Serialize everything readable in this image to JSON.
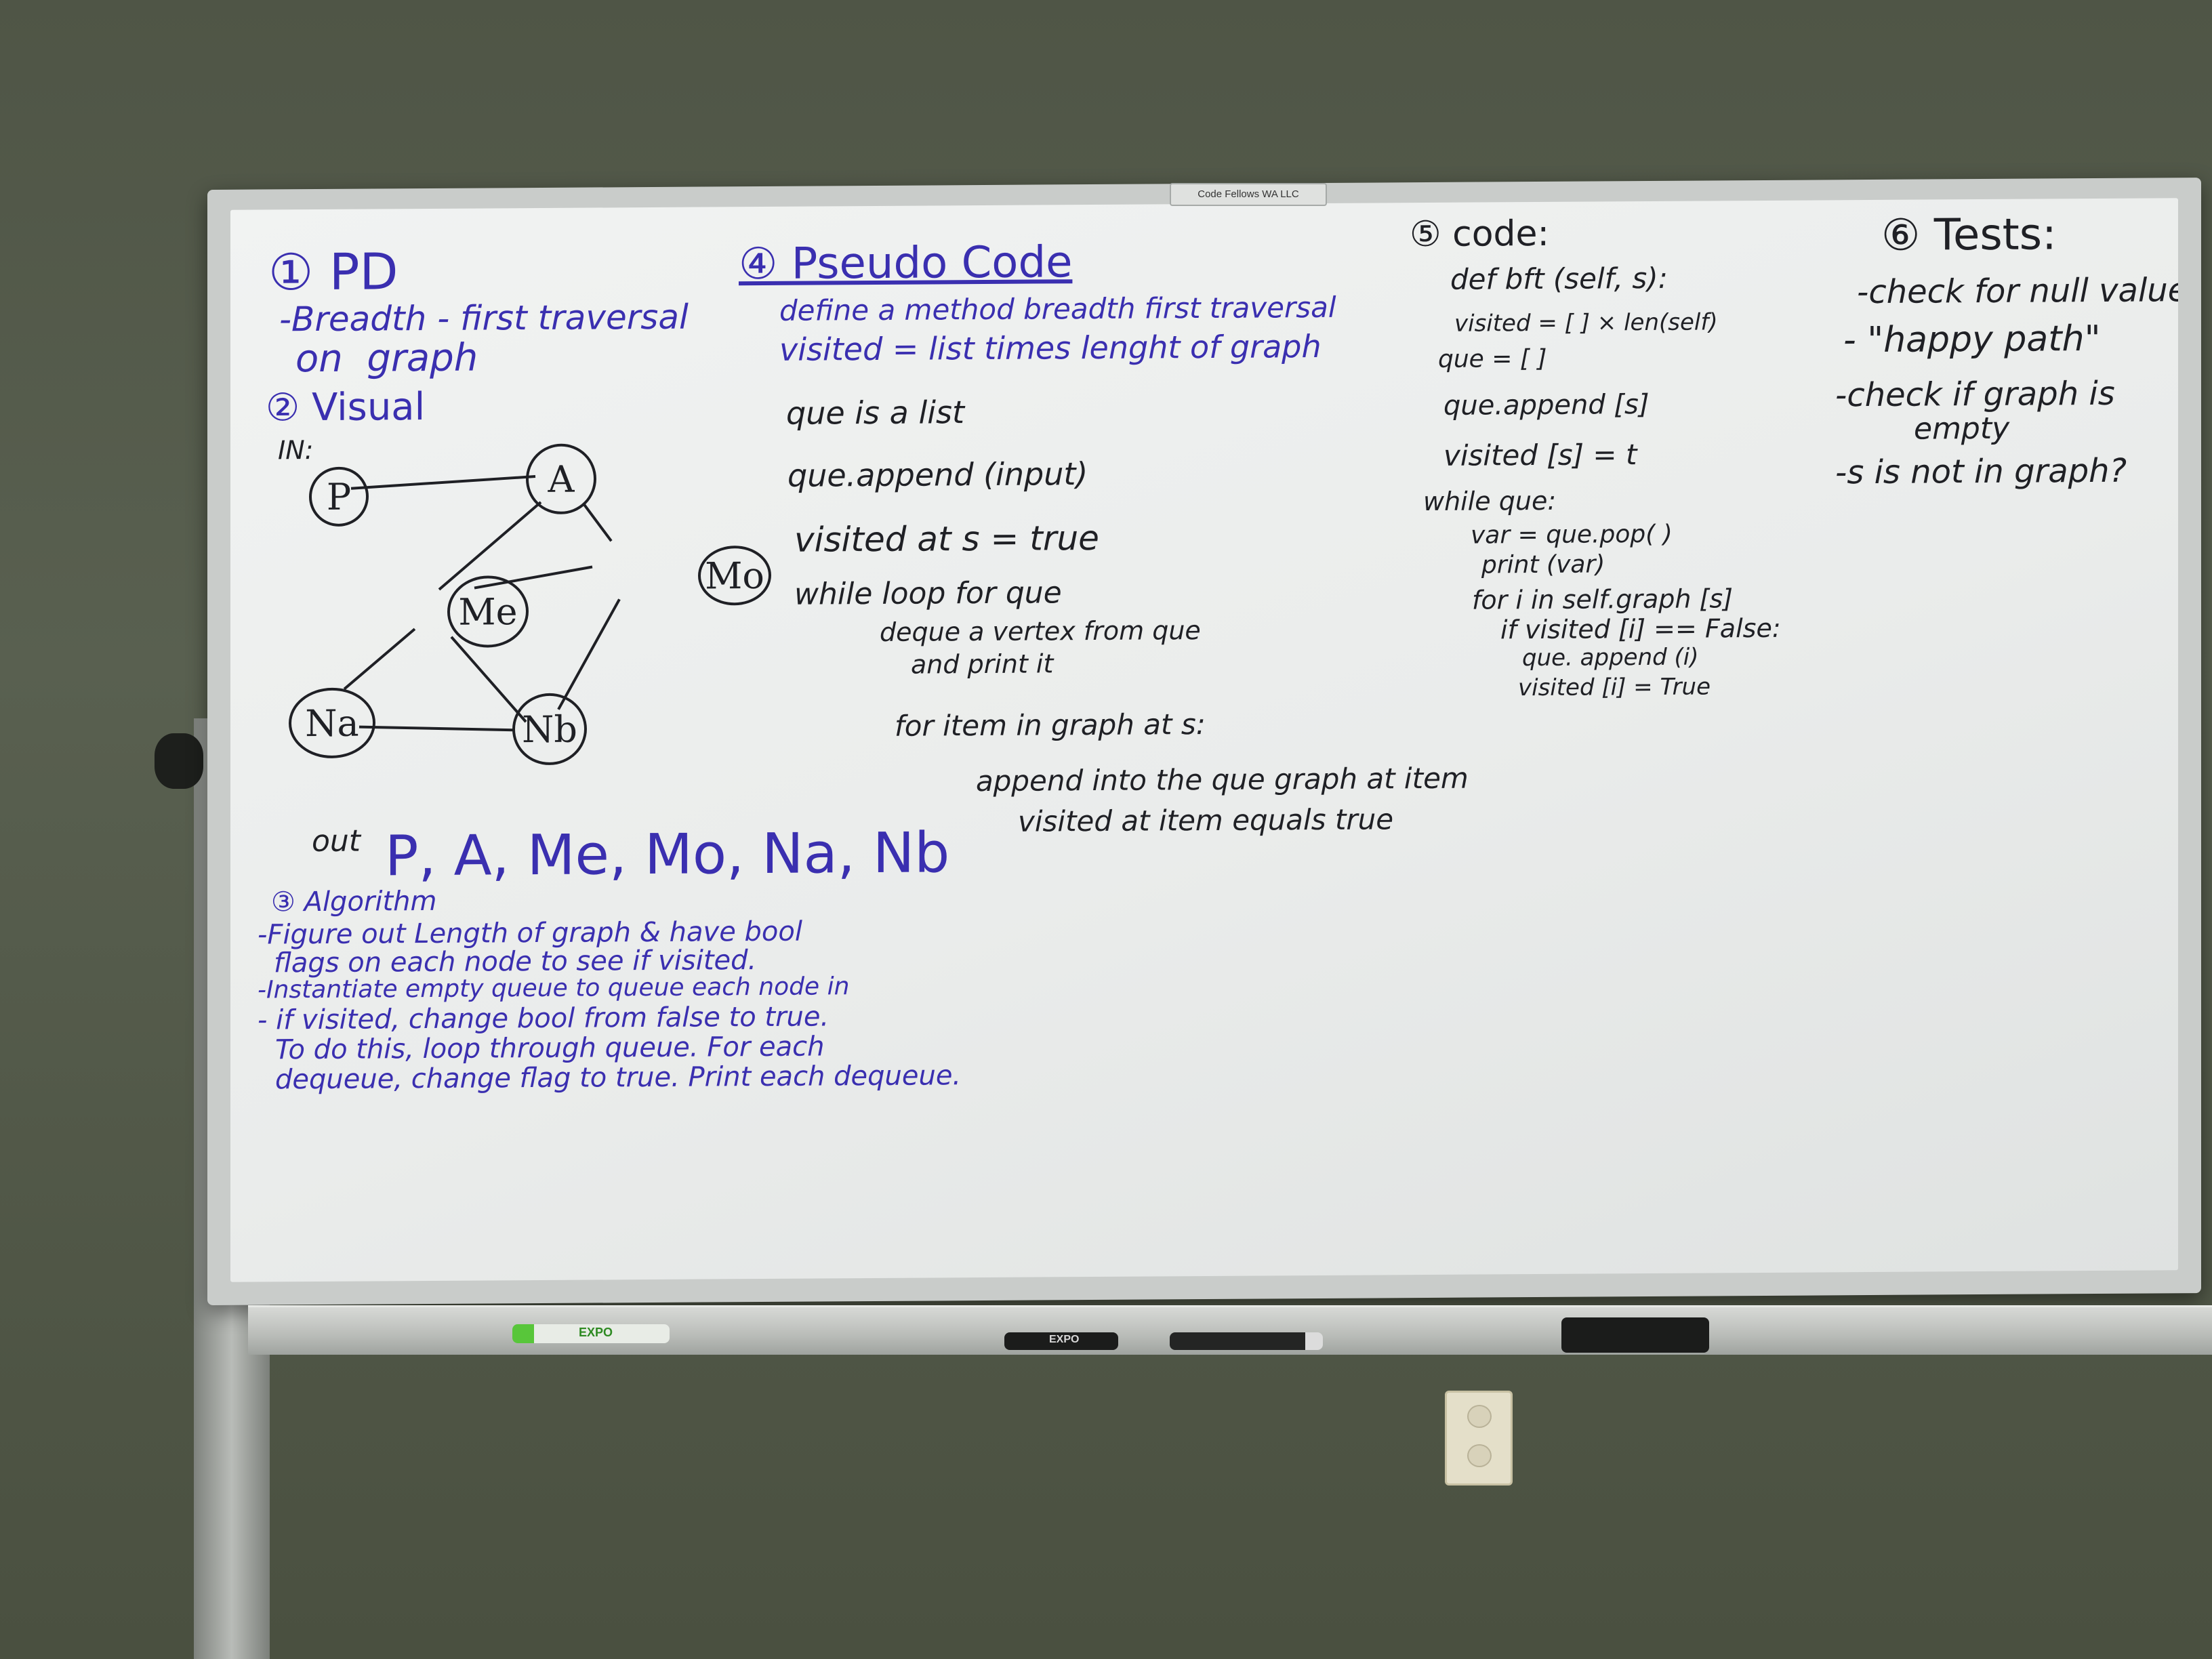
{
  "logo_plate": "Code Fellows WA LLC",
  "board": {
    "pdf": {
      "heading": "① PD",
      "lines": [
        "-Breadth - first traversal",
        "on  graph"
      ]
    },
    "visual": {
      "heading": "② Visual",
      "in_label": "IN:",
      "out_label": "out",
      "out_order": "P, A, Me, Mo, Na, Nb",
      "nodes": {
        "p": "P",
        "a": "A",
        "me": "Me",
        "mo": "Mo",
        "na": "Na",
        "nb": "Nb"
      }
    },
    "algorithm": {
      "heading": "③ Algorithm",
      "lines": [
        "-Figure out Length of graph & have bool",
        "flags on each node to see if visited.",
        "-Instantiate empty queue to queue each node in",
        "- if visited, change bool from false to true.",
        "To do this, loop through queue. For each",
        "dequeue, change flag to true. Print each dequeue."
      ]
    },
    "pseudo": {
      "heading": "④ Pseudo Code",
      "lines": [
        "define a method breadth first traversal",
        "visited = list times lenght of graph",
        "que is a list",
        "que.append (input)",
        "visited at s = true",
        "while loop for que",
        "deque a vertex from que",
        "and print it",
        "for item in graph at s:",
        "append into the que graph at item",
        "visited at item equals true"
      ]
    },
    "code": {
      "heading": "⑤ code:",
      "lines": [
        "def bft (self, s):",
        "visited = [ ] × len(self)",
        "que = [ ]",
        "que.append [s]",
        "visited [s] = t",
        "while que:",
        "var = que.pop( )",
        "print (var)",
        "for i in self.graph [s]",
        "if visited [i] == False:",
        "que. append (i)",
        "visited [i] = True"
      ]
    },
    "tests": {
      "heading": "⑥ Tests:",
      "lines": [
        "-check for null values",
        "- \"happy path\"",
        "-check if graph is",
        "empty",
        "-s is not in graph?"
      ]
    }
  },
  "markers": [
    "EXPO",
    "EXPO"
  ]
}
